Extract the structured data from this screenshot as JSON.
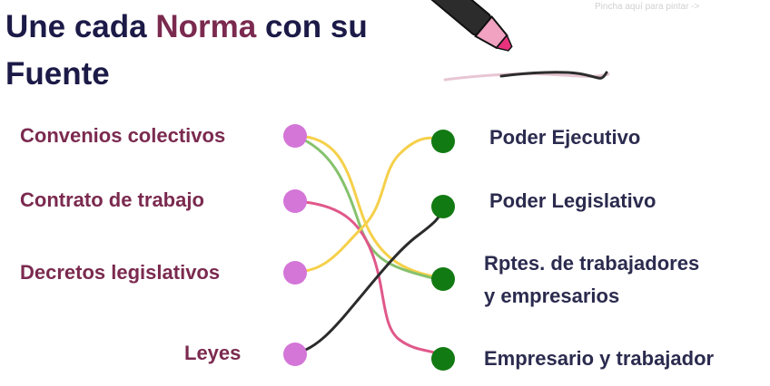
{
  "title": {
    "part1": "Une cada ",
    "accent": "Norma",
    "part2": " con su Fuente"
  },
  "hint": "Pincha aquí para pintar ->",
  "colors": {
    "title": "#1c1a47",
    "accent": "#7b2a4f",
    "left_dot": "#d475d8",
    "right_dot": "#127a12",
    "line_yellow": "#f5d04a",
    "line_green": "#86c26d",
    "line_pink": "#e0588a",
    "line_black": "#2b2b2b"
  },
  "left_items": [
    {
      "label": "Convenios colectivos"
    },
    {
      "label": "Contrato de trabajo"
    },
    {
      "label": "Decretos legislativos"
    },
    {
      "label": "Leyes"
    }
  ],
  "right_items": [
    {
      "label": "Poder  Ejecutivo"
    },
    {
      "label": "Poder Legislativo"
    },
    {
      "label": "Rptes. de trabajadores\n y empresarios"
    },
    {
      "label": "Empresario y trabajador"
    }
  ],
  "connections": [
    {
      "from": "Convenios colectivos",
      "to": "Rptes. de trabajadores y empresarios",
      "color": "line_green"
    },
    {
      "from": "Convenios colectivos",
      "to": "Rptes. de trabajadores y empresarios",
      "color": "line_yellow"
    },
    {
      "from": "Contrato de trabajo",
      "to": "Empresario y trabajador",
      "color": "line_pink"
    },
    {
      "from": "Decretos legislativos",
      "to": "Poder  Ejecutivo",
      "color": "line_yellow"
    },
    {
      "from": "Leyes",
      "to": "Poder Legislativo",
      "color": "line_black"
    }
  ],
  "icons": {
    "pen": "marker-pen-icon"
  }
}
